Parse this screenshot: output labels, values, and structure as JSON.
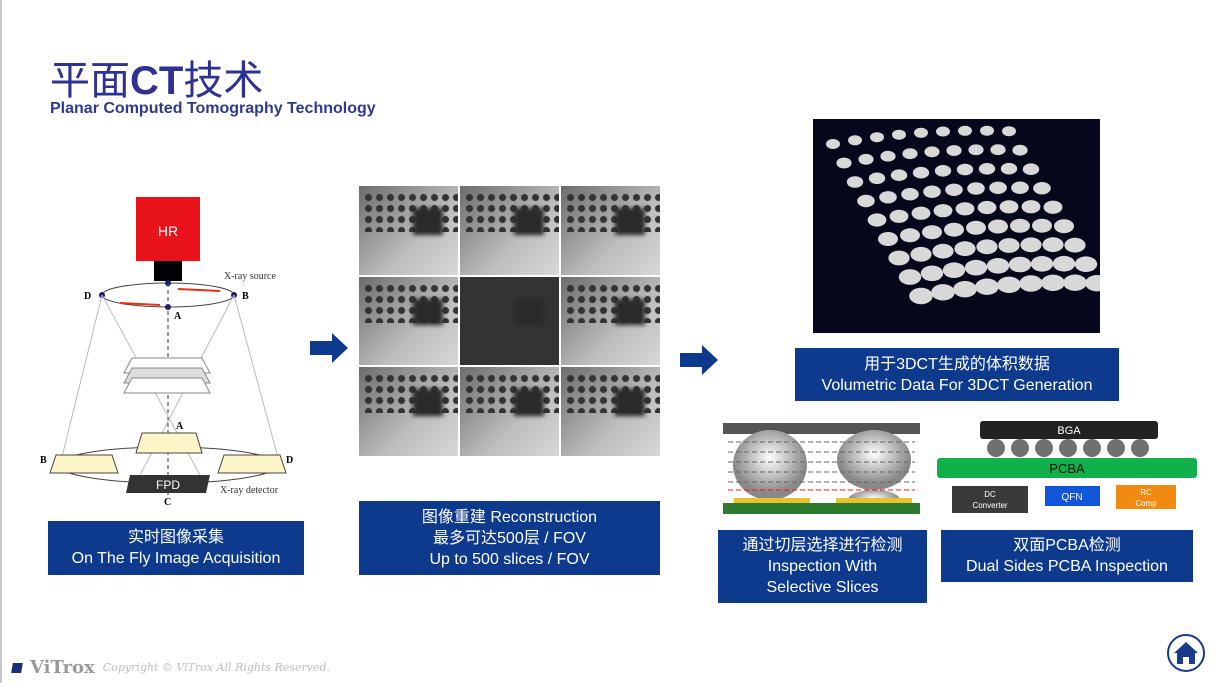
{
  "header": {
    "title_cn_a": "平面",
    "title_bold": "CT",
    "title_cn_b": "技术",
    "subtitle": "Planar Computed Tomography Technology"
  },
  "diagram": {
    "hr_label": "HR",
    "source_label": "X-ray source",
    "detector_label": "X-ray detector",
    "fpd_label": "FPD",
    "points": [
      "A",
      "B",
      "C",
      "D"
    ]
  },
  "captions": {
    "acquisition": [
      "实时图像采集",
      "On The Fly Image Acquisition"
    ],
    "reconstruction": [
      "图像重建 Reconstruction",
      "最多可达500层 / FOV",
      "Up to 500 slices / FOV"
    ],
    "volumetric": [
      "用于3DCT生成的体积数据",
      "Volumetric Data For 3DCT Generation"
    ],
    "slices": [
      "通过切层选择进行检测",
      "Inspection With",
      "Selective Slices"
    ],
    "dual": [
      "双面PCBA检测",
      "Dual Sides PCBA Inspection"
    ]
  },
  "pcba": {
    "bga": "BGA",
    "pcba": "PCBA",
    "dc": [
      "DC",
      "Converter"
    ],
    "qfn": "QFN",
    "rc": [
      "RC",
      "Comp"
    ]
  },
  "footer": {
    "logo": "ViTrox",
    "copyright": "Copyright © ViTrox All Rights Reserved."
  },
  "colors": {
    "caption_bg": "#0d3a8c",
    "title": "#2e3192",
    "hr_red": "#e8121a",
    "pcba_green": "#10b04a",
    "qfn_blue": "#1155d8",
    "rc_orange": "#f08a10"
  },
  "icons": {
    "arrow": "right-arrow-icon",
    "home": "home-icon"
  }
}
